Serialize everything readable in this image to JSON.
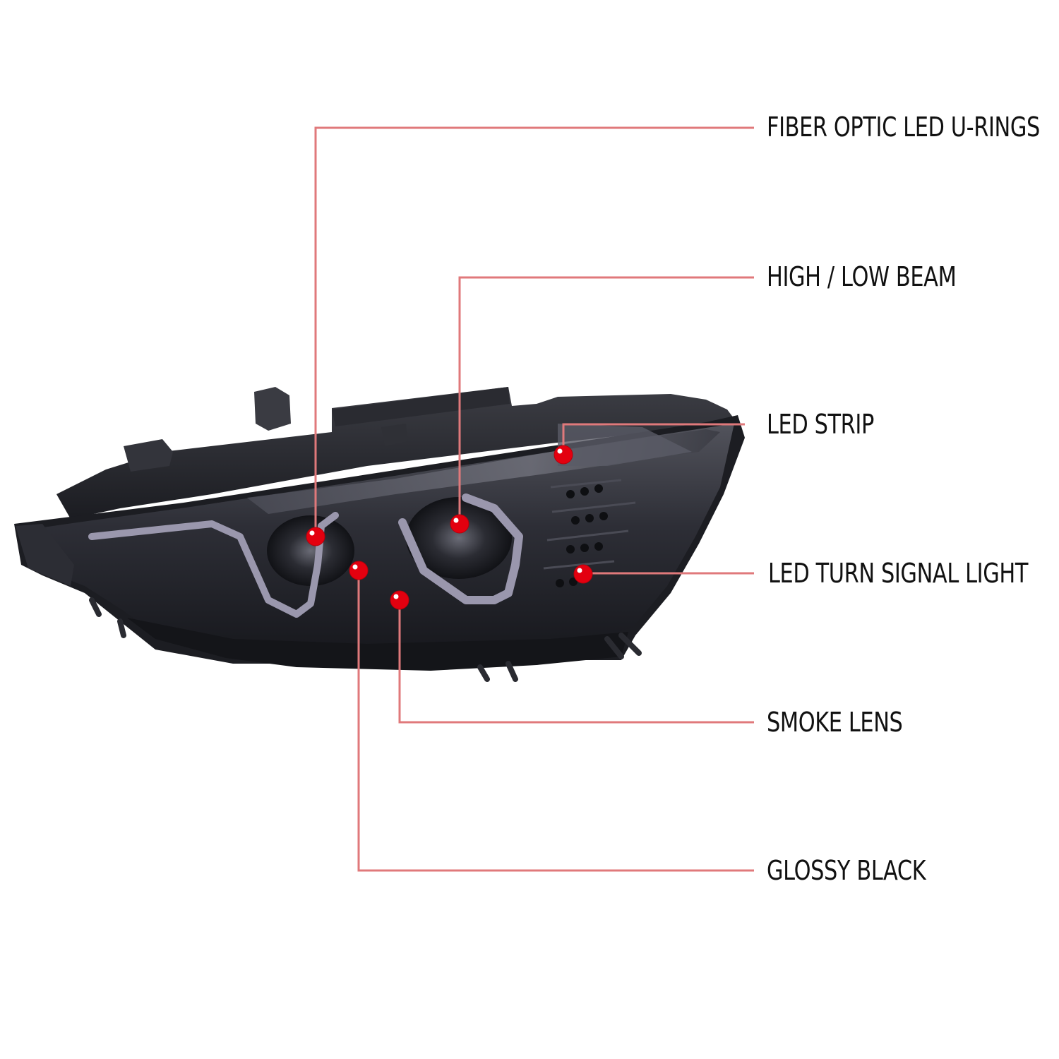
{
  "colors": {
    "leader_line": "#e0797b",
    "marker_dot": "#e3000f",
    "label_text": "#111111",
    "background": "#ffffff",
    "housing": "#1e1f24",
    "lens_smoke": "#3a3b44",
    "u_ring": "#9a97ad"
  },
  "callouts": [
    {
      "id": "fiber-optic-led-u-rings",
      "label": "FIBER OPTIC LED U-RINGS"
    },
    {
      "id": "high-low-beam",
      "label": "HIGH / LOW BEAM"
    },
    {
      "id": "led-strip",
      "label": "LED STRIP"
    },
    {
      "id": "led-turn-signal-light",
      "label": "LED TURN SIGNAL LIGHT"
    },
    {
      "id": "smoke-lens",
      "label": "SMOKE LENS"
    },
    {
      "id": "glossy-black",
      "label": "GLOSSY BLACK"
    }
  ]
}
